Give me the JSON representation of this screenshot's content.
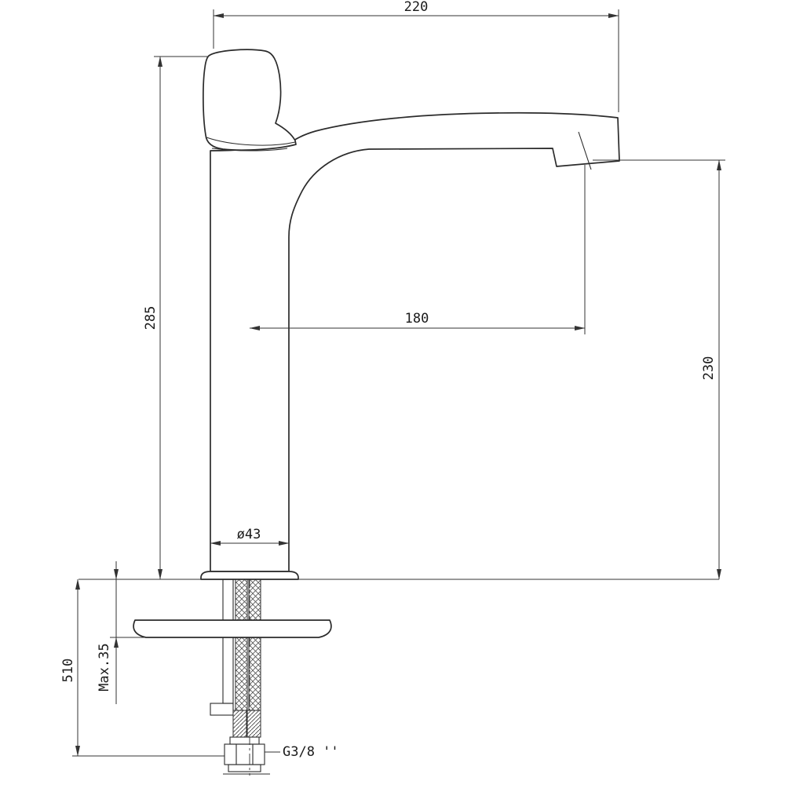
{
  "drawing": {
    "kind": "faucet-installation-dimension-drawing",
    "line_color": "#2b2b2b",
    "dimensions": {
      "top_width": "220",
      "overall_height": "285",
      "spout_reach": "180",
      "spout_height": "230",
      "base_diameter": "ø43",
      "hose_length": "510",
      "max_deck_thickness": "Max.35",
      "connection_thread": "G3/8 ''"
    }
  }
}
